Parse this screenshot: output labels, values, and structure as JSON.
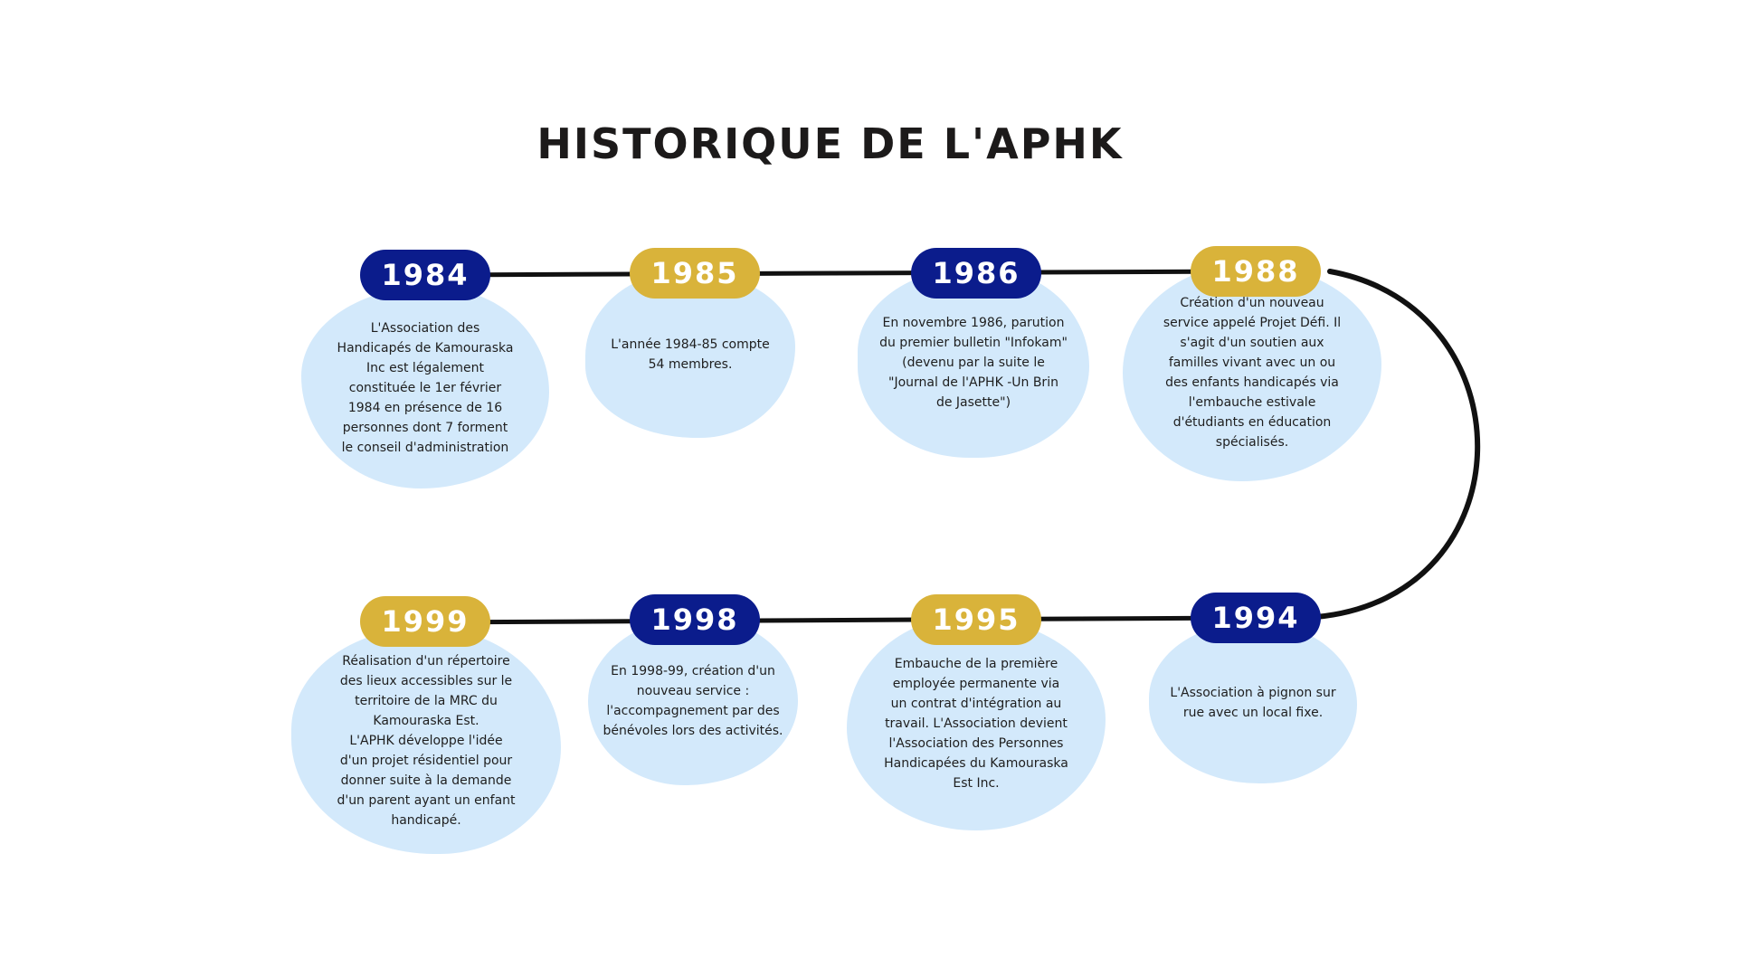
{
  "title": "HISTORIQUE DE L'APHK",
  "colors": {
    "navy": "#0b1c8c",
    "gold": "#d9b33a",
    "bubble": "#d3e9fb",
    "line": "#111111"
  },
  "events": [
    {
      "year": "1984",
      "text": "L'Association des\nHandicapés de Kamouraska\nInc est légalement\nconstituée le 1er février\n1984 en présence de 16\npersonnes dont 7 forment\nle conseil d'administration"
    },
    {
      "year": "1985",
      "text": "L'année 1984-85 compte\n54 membres."
    },
    {
      "year": "1986",
      "text": "En novembre 1986, parution\ndu premier bulletin \"Infokam\"\n(devenu par la suite le\n\"Journal de l'APHK -Un Brin\nde Jasette\")"
    },
    {
      "year": "1988",
      "text": "Création d'un nouveau\nservice appelé Projet Défi. Il\ns'agit d'un soutien aux\nfamilles vivant avec un ou\ndes enfants handicapés via\nl'embauche estivale\nd'étudiants en éducation\nspécialisés."
    },
    {
      "year": "1994",
      "text": "L'Association à pignon sur\nrue avec un local fixe."
    },
    {
      "year": "1995",
      "text": "Embauche de la première\nemployée permanente via\nun contrat d'intégration au\ntravail. L'Association devient\nl'Association des Personnes\nHandicapées du Kamouraska\nEst Inc."
    },
    {
      "year": "1998",
      "text": "En 1998-99, création d'un\nnouveau service :\nl'accompagnement par des\nbénévoles lors des activités."
    },
    {
      "year": "1999",
      "text": "Réalisation d'un répertoire\ndes lieux accessibles sur le\nterritoire de la MRC du\nKamouraska Est.\nL'APHK développe l'idée\nd'un projet résidentiel pour\ndonner suite à la demande\nd'un parent ayant un enfant\nhandicapé."
    }
  ]
}
